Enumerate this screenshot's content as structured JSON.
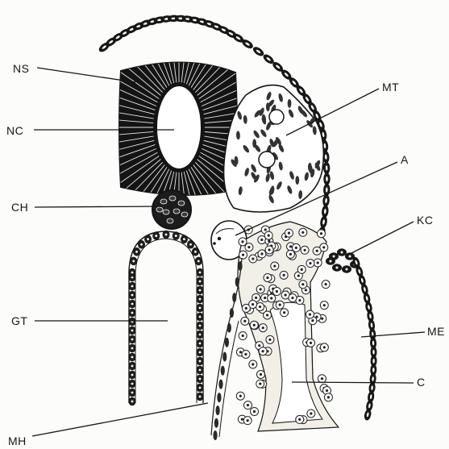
{
  "figure": {
    "labels": {
      "ns": "NS",
      "nc": "NC",
      "ch": "CH",
      "gt": "GT",
      "mh": "MH",
      "mt": "MT",
      "a": "A",
      "kc": "KC",
      "me": "ME",
      "c": "C"
    }
  },
  "colors": {
    "ink": "#151515",
    "paper": "#fcfcfa"
  }
}
